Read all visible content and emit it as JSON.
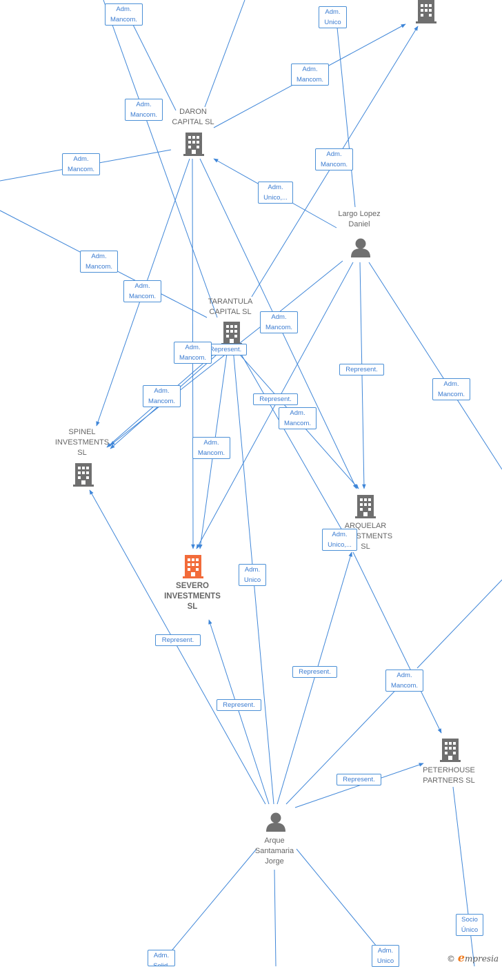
{
  "nodes": {
    "daron": "DARON\nCAPITAL SL",
    "tarantula": "TARANTULA\nCAPITAL SL",
    "spinel": "SPINEL\nINVESTMENTS\nSL",
    "severo": "SEVERO\nINVESTMENTS\nSL",
    "arquelar": "ARQUELAR\nINVESTMENTS\nSL",
    "peterhouse": "PETERHOUSE\nPARTNERS SL",
    "largo": "Largo Lopez\nDaniel",
    "arque": "Arque\nSantamaria\nJorge"
  },
  "edge_labels": {
    "l1": "Adm.\nMancom.",
    "l2": "Adm.\nUnico",
    "l3": "Adm.\nMancom.",
    "l4": "Adm.\nMancom.",
    "l5": "Adm.\nMancom.",
    "l6": "Adm.\nMancom.",
    "l7": "Adm.\nUnico,...",
    "l8": "Adm.\nMancom.",
    "l9": "Adm.\nMancom.",
    "l10": "Adm.\nMancom.",
    "l11": "Represent.",
    "l12": "Adm.\nMancom.",
    "l13": "Represent.",
    "l14": "Adm.\nMancom.",
    "l15": "Adm.\nMancom.",
    "l16": "Represent.",
    "l17": "Adm.\nMancom.",
    "l18": "Adm.\nMancom.",
    "l19": "Adm.\nUnico,...",
    "l20": "Adm.\nUnico",
    "l21": "Represent.",
    "l22": "Represent.",
    "l23": "Represent.",
    "l24": "Adm.\nMancom.",
    "l25": "Represent.",
    "l26": "Socio\nÚnico",
    "l27": "Adm.\nSolid.",
    "l28": "Adm.\nUnico"
  },
  "colors": {
    "edge": "#3f86d8",
    "company_icon": "#6f6f6f",
    "focus_icon": "#f26b3a",
    "person_icon": "#707070"
  },
  "footer": {
    "copyright": "©",
    "brand_initial": "e",
    "brand_rest": "mpresia"
  }
}
